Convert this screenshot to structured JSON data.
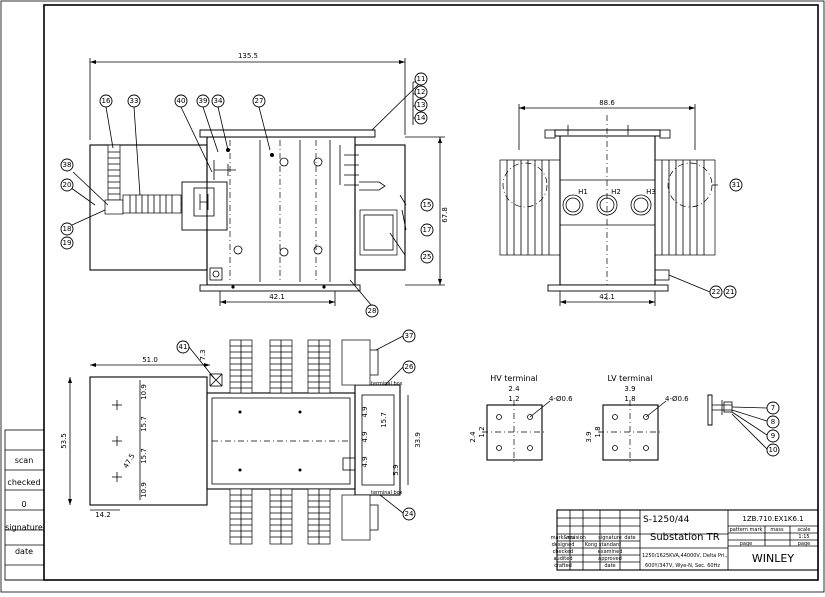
{
  "left_panel": {
    "labels": [
      "scan",
      "checked",
      "0",
      "signature",
      "date"
    ]
  },
  "dimensions": {
    "overall_width": "135.5",
    "height": "67.8",
    "base_side": "42.1",
    "base_front": "42.1",
    "front_width": "88.6",
    "plan_length": "51.0",
    "plan_depth": "53.5",
    "plan_offset": "14.2",
    "plan_a": "10.9",
    "plan_b": "15.7",
    "plan_c": "15.7",
    "plan_d": "10.9",
    "plan_e": "7.3",
    "plan_angle": "47.5",
    "lv_small": "4.9",
    "lv_col_total": "33.9",
    "lv_e": "5.9",
    "lv_h": "15.7"
  },
  "front_view": {
    "bushings": [
      "H1",
      "H2",
      "H3"
    ]
  },
  "plan_view": {
    "ground_box": "terminal box",
    "ground_box2": "terminal box"
  },
  "hv_terminal": {
    "title": "HV terminal",
    "w": "2.4",
    "inner_w": "1.2",
    "h": "2.4",
    "inner_h": "1.2",
    "holes": "4-Ø0.6"
  },
  "lv_terminal": {
    "title": "LV terminal",
    "w": "3.9",
    "inner_w": "1.8",
    "h": "3.9",
    "inner_h": "1.8",
    "holes": "4-Ø0.6"
  },
  "balloons": {
    "b11": "11",
    "b12": "12",
    "b13": "13",
    "b14": "14",
    "b16": "16",
    "b33": "33",
    "b40": "40",
    "b39": "39",
    "b34": "34",
    "b27": "27",
    "b38": "38",
    "b20": "20",
    "b18": "18",
    "b19": "19",
    "b15": "15",
    "b17": "17",
    "b25": "25",
    "b28": "28",
    "b31": "31",
    "b22": "22",
    "b21": "21",
    "b41": "41",
    "b37": "37",
    "b26": "26",
    "b24": "24",
    "b7": "7",
    "b8": "8",
    "b9": "9",
    "b10": "10"
  },
  "title_block": {
    "model": "S-1250/44",
    "name": "Substation TR",
    "spec_line1": "1250/1625KVA,44000V, Delta Pri.,",
    "spec_line2": "600Y/347V, Wye-N, Sec. 60Hz",
    "drawing_no": "1ZB.710.EX1K6.1",
    "pattern_mark": "pattern mark",
    "mass": "mass",
    "scale": "scale",
    "scale_value": "1:15",
    "page": "page",
    "page2": "page",
    "company": "WINLEY",
    "roles": [
      "mark&rev",
      "designed",
      "checked",
      "audited",
      "crafted"
    ],
    "cols": [
      "revision",
      "signature",
      "date"
    ],
    "name_kong": "Kong",
    "approvals": [
      "standard",
      "examined",
      "approved",
      "date"
    ]
  }
}
